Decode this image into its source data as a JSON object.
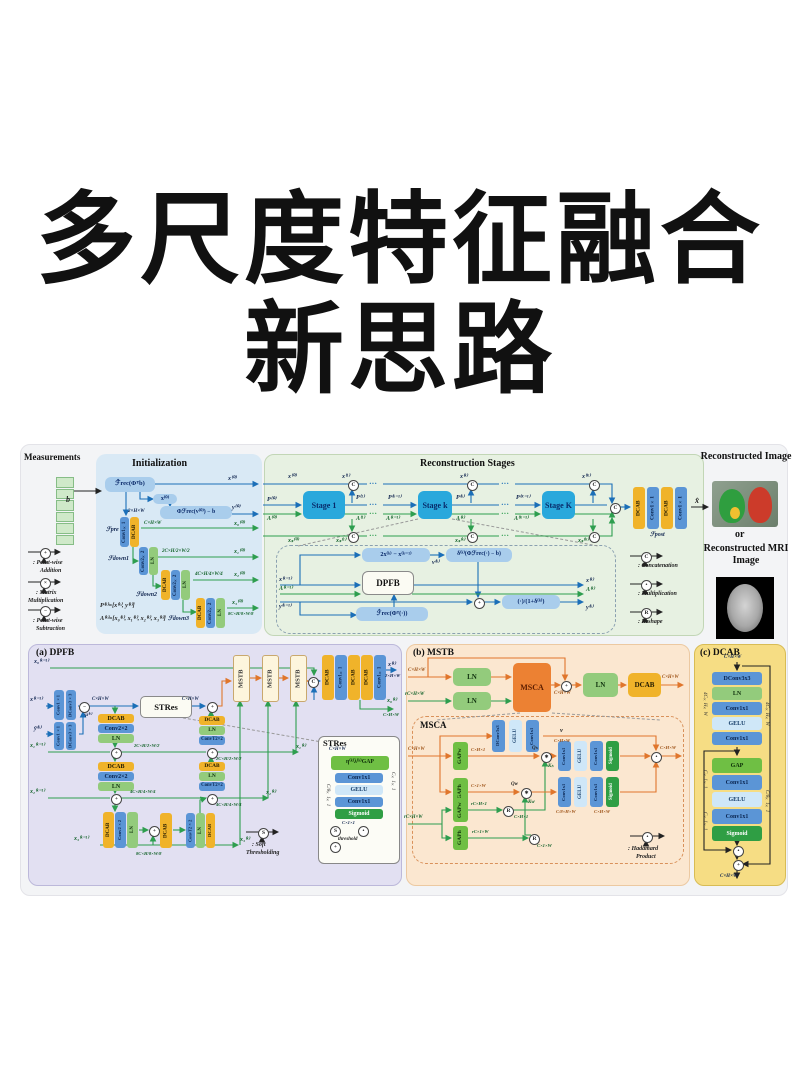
{
  "title": {
    "line1": "多尺度特征融合",
    "line2": "新思路"
  },
  "symbols": {
    "add": "+",
    "sub": "−",
    "matmul": "×",
    "concat": "C",
    "mul": "•",
    "reshape": "R",
    "soft": "S",
    "star": "∗",
    "hadamard": "•"
  },
  "dots": "···",
  "measurements": {
    "title": "Measurements",
    "b": "b"
  },
  "ops_legend": [
    {
      "l1": ": Point-wise",
      "l2": "Addition"
    },
    {
      "l1": ": Matrix",
      "l2": "Multiplication"
    },
    {
      "l1": ": Point-wise",
      "l2": "Subtraction"
    }
  ],
  "init": {
    "title": "Initialization",
    "frec": "ℱ̂rec(Φᵀb)",
    "x0_block": "x⁽⁰⁾",
    "phi": "Φℱrec(v⁽⁰⁾) − b",
    "fpre": "ℱpre",
    "fdown1": "ℱdown1",
    "fdown2": "ℱdown2",
    "fdown3": "ℱdown3",
    "fpre_stack": [
      "Conv1×1",
      "DCAB"
    ],
    "fdown1_stack": [
      "Conv2×2",
      "LN"
    ],
    "fdown2_stack": [
      "DCAB",
      "Conv2×2",
      "LN"
    ],
    "fdown3_stack": [
      "DCAB",
      "Conv2×2",
      "LN"
    ],
    "d0": "2×H×W",
    "d1": "C×H×W",
    "d2": "2C×H/2×W/2",
    "d3": "4C×H/4×W/4",
    "d4": "8C×H/8×W/8",
    "o_x": "x⁽⁰⁾",
    "o_y": "y⁽⁰⁾",
    "o_x0": "x₀⁽⁰⁾",
    "o_x1": "x₁⁽⁰⁾",
    "o_x2": "x₂⁽⁰⁾",
    "o_x3": "x₃⁽⁰⁾",
    "eq1": "P⁽ᵏ⁾=[x⁽ᵏ⁾, y⁽ᵏ⁾]",
    "eq2": "A⁽ᵏ⁾=[x₀⁽ᵏ⁾, x₁⁽ᵏ⁾, x₂⁽ᵏ⁾, x₃⁽ᵏ⁾]"
  },
  "recon": {
    "title": "Reconstruction Stages",
    "stage1": "Stage 1",
    "stagek": "Stage k",
    "stageK": "Stage K",
    "p0": "P⁽⁰⁾",
    "a0": "A⁽⁰⁾",
    "x0": "x⁽⁰⁾",
    "xs0": "xₛ⁽⁰⁾",
    "p1": "P⁽¹⁾",
    "a1": "A⁽¹⁾",
    "x1": "x⁽¹⁾",
    "xs1": "xₛ⁽¹⁾",
    "pk1": "P⁽ᵏ⁻¹⁾",
    "ak1": "A⁽ᵏ⁻¹⁾",
    "pk": "P⁽ᵏ⁾",
    "ak": "A⁽ᵏ⁾",
    "xk": "x⁽ᵏ⁾",
    "xsk": "xₛ⁽ᵏ⁾",
    "pK1": "P⁽ᴷ⁻¹⁾",
    "aK1": "A⁽ᴷ⁻¹⁾",
    "xK": "x⁽ᴷ⁾",
    "xsK": "xₛ⁽ᴷ⁾",
    "det_inx": "x⁽ᵏ⁻¹⁾",
    "det_ina": "A⁽ᵏ⁻¹⁾",
    "det_iny": "y⁽ᵏ⁻¹⁾",
    "momentum": "2x⁽ᵏ⁾ − x⁽ᵏ⁻¹⁾",
    "v": "v⁽ᵏ⁾",
    "grad": "δ⁽ᵏ⁾(Φℱrec(·) − b)",
    "dpfb": "DPFB",
    "frect": "ℱ̂rec(Φᵀ(·))",
    "div": "(·)/(1+δ⁽ᵏ⁾)",
    "det_ox": "x⁽ᵏ⁾",
    "det_oa": "A⁽ᵏ⁾",
    "det_oy": "y⁽ᵏ⁾",
    "fpost_stack": [
      "DCAB",
      "Conv1×1",
      "DCAB",
      "Conv1×1"
    ],
    "fpost": "ℱpost",
    "xhat": "x̂",
    "leg": [
      ": Concatenation",
      ": Multiplication",
      ": Reshape"
    ]
  },
  "outcol": {
    "t1": "Reconstructed Image",
    "or": "or",
    "t2": "Reconstructed MRI Image"
  },
  "dpfb": {
    "title": "(a) DPFB",
    "in_x0": "x₀⁽ᵏ⁻¹⁾",
    "in_x": "x⁽ᵏ⁻¹⁾",
    "in_y": "ȳ⁽ᵏ⁾",
    "in_x1": "x₁⁽ᵏ⁻¹⁾",
    "in_x2": "x₂⁽ᵏ⁻¹⁾",
    "in_x3": "x₃⁽ᵏ⁻¹⁾",
    "convA": "Conv1×1",
    "dconvA": "DConv3×3",
    "convB": "Conv1×1",
    "dconvB": "DConv3×3",
    "mu": "·μ⁽ᵏ⁾",
    "chw": "C×H×W",
    "chw2": "C×H×W",
    "stres": "STRes",
    "mstb": [
      "MSTB",
      "MSTB",
      "MSTB"
    ],
    "out_stack": [
      "DCAB",
      "Conv1×1",
      "DCAB",
      "DCAB",
      "Conv1×1"
    ],
    "o_x": "x⁽ᵏ⁾",
    "o_x_dim": "2×H×W",
    "o_x0": "x₀⁽ᵏ⁾",
    "o_x0_dim": "C×H×W",
    "o_x1": "x₁⁽ᵏ⁾",
    "o_x2": "x₂⁽ᵏ⁾",
    "o_x3": "x₃⁽ᵏ⁾",
    "ds1": [
      "DCAB",
      "Conv2×2",
      "LN"
    ],
    "ds2": [
      "DCAB",
      "Conv2×2",
      "LN"
    ],
    "ds3": [
      "DCAB",
      "Conv2×2",
      "LN"
    ],
    "us1": [
      "DCAB",
      "LN",
      "ConvT2×2"
    ],
    "us2": [
      "DCAB",
      "LN",
      "ConvT2×2"
    ],
    "us3": [
      "ConvT2×2",
      "LN",
      "DCAB"
    ],
    "mid_dcab": "DCAB",
    "d2": "2C×H/2×W/2",
    "d2b": "2C×H/2×W/2",
    "d4": "4C×H/4×W/4",
    "d4b": "4C×H/4×W/4",
    "d8": "8C×H/8×W/8",
    "soft_l1": ": Soft",
    "soft_l2": "Thresholding",
    "stres_box": {
      "title": "STRes",
      "chw": "C×H×W",
      "gap": "η⁽ᵏ⁾λ⁽ᵏ⁾GAP",
      "stack": [
        "Conv1x1",
        "GELU",
        "Conv1x1",
        "Sigmoid"
      ],
      "c11": "C×1×1",
      "c811": "C/8×1×1",
      "c11b": "C×1×1",
      "th": "threshold"
    }
  },
  "mstb": {
    "title": "(b) MSTB",
    "in1": "C×H×W",
    "in2": "rC×H×W",
    "ln1": "LN",
    "ln2": "LN",
    "msca": "MSCA",
    "mid": "C×H×W",
    "ln3": "LN",
    "dcab": "DCAB",
    "out": "C×H×W",
    "d": {
      "title": "MSCA",
      "vstack": [
        "DConv3x3",
        "GELU",
        "Conv1x1"
      ],
      "v": "v",
      "v_dim": "C×H×W",
      "in1": "C×H×W",
      "in2": "rC×H×W",
      "gapw1": "GAPw",
      "gaph1": "GAPh",
      "gapw2": "GAPw",
      "gaph2": "GAPh",
      "ch1": "C×H×1",
      "c1w": "C×1×W",
      "rch1": "rC×H×1",
      "rc1w": "rC×1×W",
      "ch1b": "C×H×1",
      "c1wb": "C×1×W",
      "qh": "Qₕ",
      "kh": "Kₕ",
      "qw": "Qw",
      "kw": "Kw",
      "stack1": [
        "Conv1x1",
        "GELU",
        "Conv1x1",
        "Sigmoid"
      ],
      "stack2": [
        "Conv1x1",
        "GELU",
        "Conv1x1",
        "Sigmoid"
      ],
      "c8hw": "C/8×H×W",
      "chw1": "C×H×W",
      "out": "C×H×W",
      "had_l1": ": Hadamard",
      "had_l2": "Product"
    }
  },
  "dcab": {
    "title": "(c) DCAB",
    "in": "C×H×W",
    "stack1": [
      "DConv3x3",
      "LN",
      "Conv1x1",
      "GELU",
      "Conv1x1"
    ],
    "d4l": "4C×H×W",
    "d4r": "4C×H×W",
    "stack2": [
      "GAP",
      "Conv1x1",
      "GELU",
      "Conv1x1",
      "Sigmoid"
    ],
    "c11a": "C×1×1",
    "c11b": "C×1×1",
    "c811": "C/8×1×1",
    "out": "C×H×W"
  }
}
